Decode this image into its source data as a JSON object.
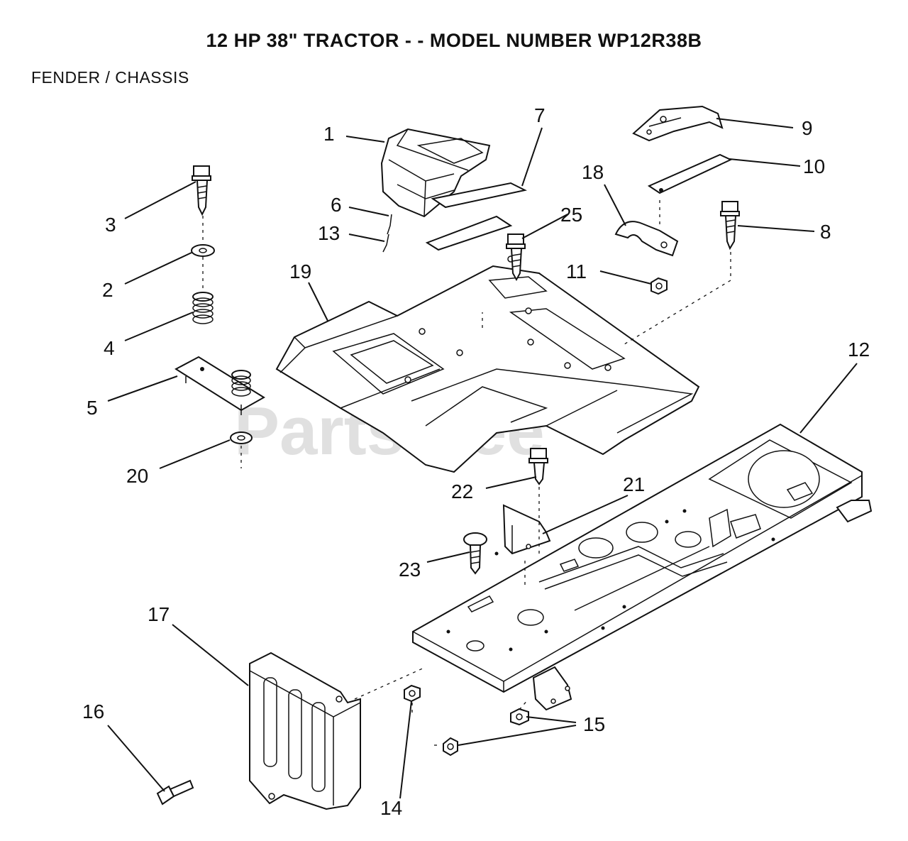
{
  "header": {
    "title": "12 HP 38\" TRACTOR - - MODEL NUMBER WP12R38B",
    "section": "FENDER / CHASSIS"
  },
  "watermark": "PartsTree",
  "callouts": [
    "1",
    "2",
    "3",
    "4",
    "5",
    "6",
    "7",
    "8",
    "9",
    "10",
    "11",
    "12",
    "13",
    "14",
    "15",
    "16",
    "17",
    "18",
    "19",
    "20",
    "21",
    "22",
    "23",
    "25"
  ]
}
